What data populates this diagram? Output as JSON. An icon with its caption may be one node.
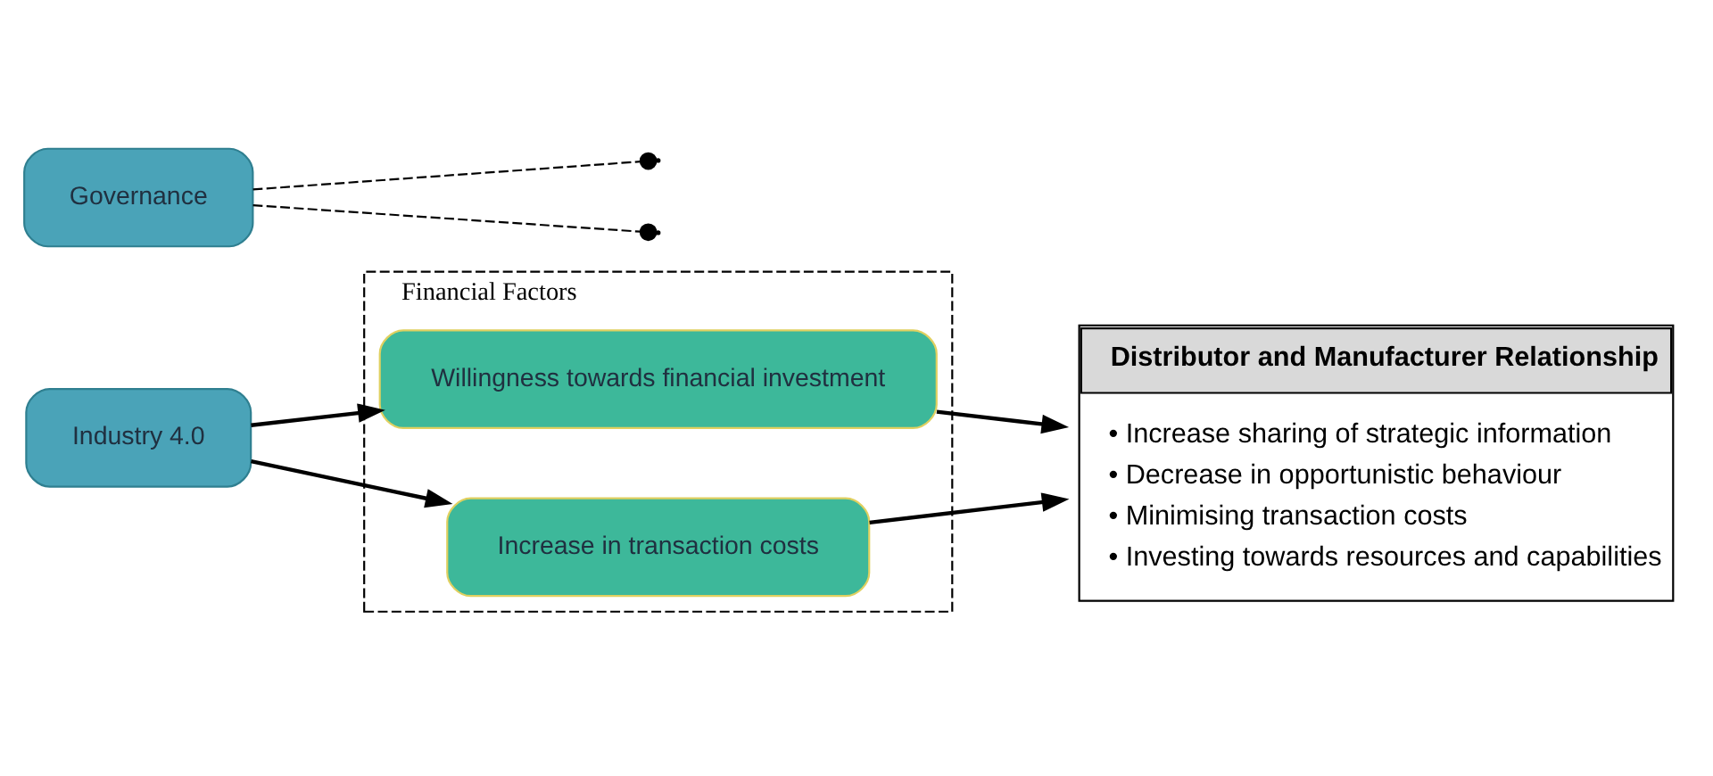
{
  "diagram": {
    "nodes": [
      {
        "text": [
          "Industry 4.0"
        ]
      },
      {
        "text": [
          "Governance"
        ]
      },
      {
        "text": [
          "Financial Factors"
        ]
      },
      {
        "text": [
          "Willingness towards financial investment"
        ],
        "in": 2
      },
      {
        "text": [
          "Increase in transaction costs"
        ],
        "in": 2
      },
      {
        "text": [
          "Distributor and Manufacturer Relationship",
          "• Increase sharing of strategic information",
          "• Decrease in opportunistic behaviour",
          "• Minimising transaction costs",
          "• Investing towards resources and capabilities"
        ]
      }
    ],
    "edges": [
      {
        "from": 0,
        "to": 3,
        "arrow": "to"
      },
      {
        "from": 0,
        "to": 4,
        "arrow": "to"
      },
      {
        "from": 3,
        "to": 5,
        "arrow": "to"
      },
      {
        "from": 4,
        "to": 5,
        "arrow": "to"
      },
      {
        "from": 1,
        "to": null,
        "arrow": "other",
        "style": "dashed"
      },
      {
        "from": 1,
        "to": null,
        "arrow": "other",
        "style": "dashed"
      }
    ]
  }
}
